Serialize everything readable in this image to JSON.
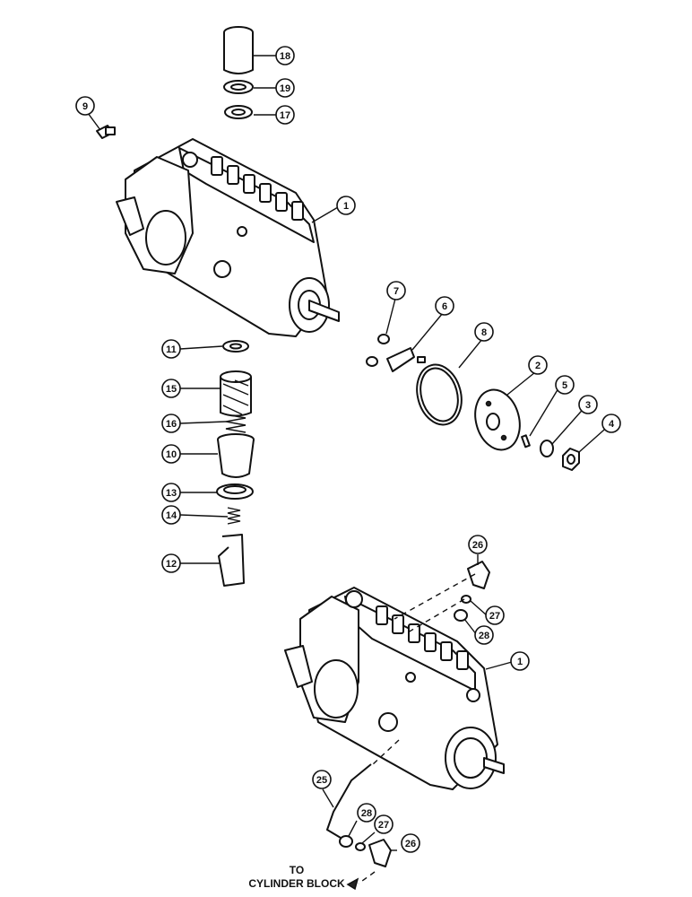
{
  "callouts": [
    {
      "id": "c18",
      "label": "18"
    },
    {
      "id": "c19",
      "label": "19"
    },
    {
      "id": "c17",
      "label": "17"
    },
    {
      "id": "c9",
      "label": "9"
    },
    {
      "id": "c1_top",
      "label": "1"
    },
    {
      "id": "c7",
      "label": "7"
    },
    {
      "id": "c6",
      "label": "6"
    },
    {
      "id": "c8",
      "label": "8"
    },
    {
      "id": "c2",
      "label": "2"
    },
    {
      "id": "c5",
      "label": "5"
    },
    {
      "id": "c3",
      "label": "3"
    },
    {
      "id": "c4",
      "label": "4"
    },
    {
      "id": "c11",
      "label": "11"
    },
    {
      "id": "c15",
      "label": "15"
    },
    {
      "id": "c16",
      "label": "16"
    },
    {
      "id": "c10",
      "label": "10"
    },
    {
      "id": "c13",
      "label": "13"
    },
    {
      "id": "c14",
      "label": "14"
    },
    {
      "id": "c12",
      "label": "12"
    },
    {
      "id": "c26_top",
      "label": "26"
    },
    {
      "id": "c27_top",
      "label": "27"
    },
    {
      "id": "c28_top",
      "label": "28"
    },
    {
      "id": "c1_bottom",
      "label": "1"
    },
    {
      "id": "c25",
      "label": "25"
    },
    {
      "id": "c28_bottom",
      "label": "28"
    },
    {
      "id": "c27_bottom",
      "label": "27"
    },
    {
      "id": "c26_bottom",
      "label": "26"
    }
  ],
  "destination": {
    "line1": "TO",
    "line2": "CYLINDER BLOCK"
  },
  "colors": {
    "ink": "#111111",
    "paper": "#ffffff"
  }
}
